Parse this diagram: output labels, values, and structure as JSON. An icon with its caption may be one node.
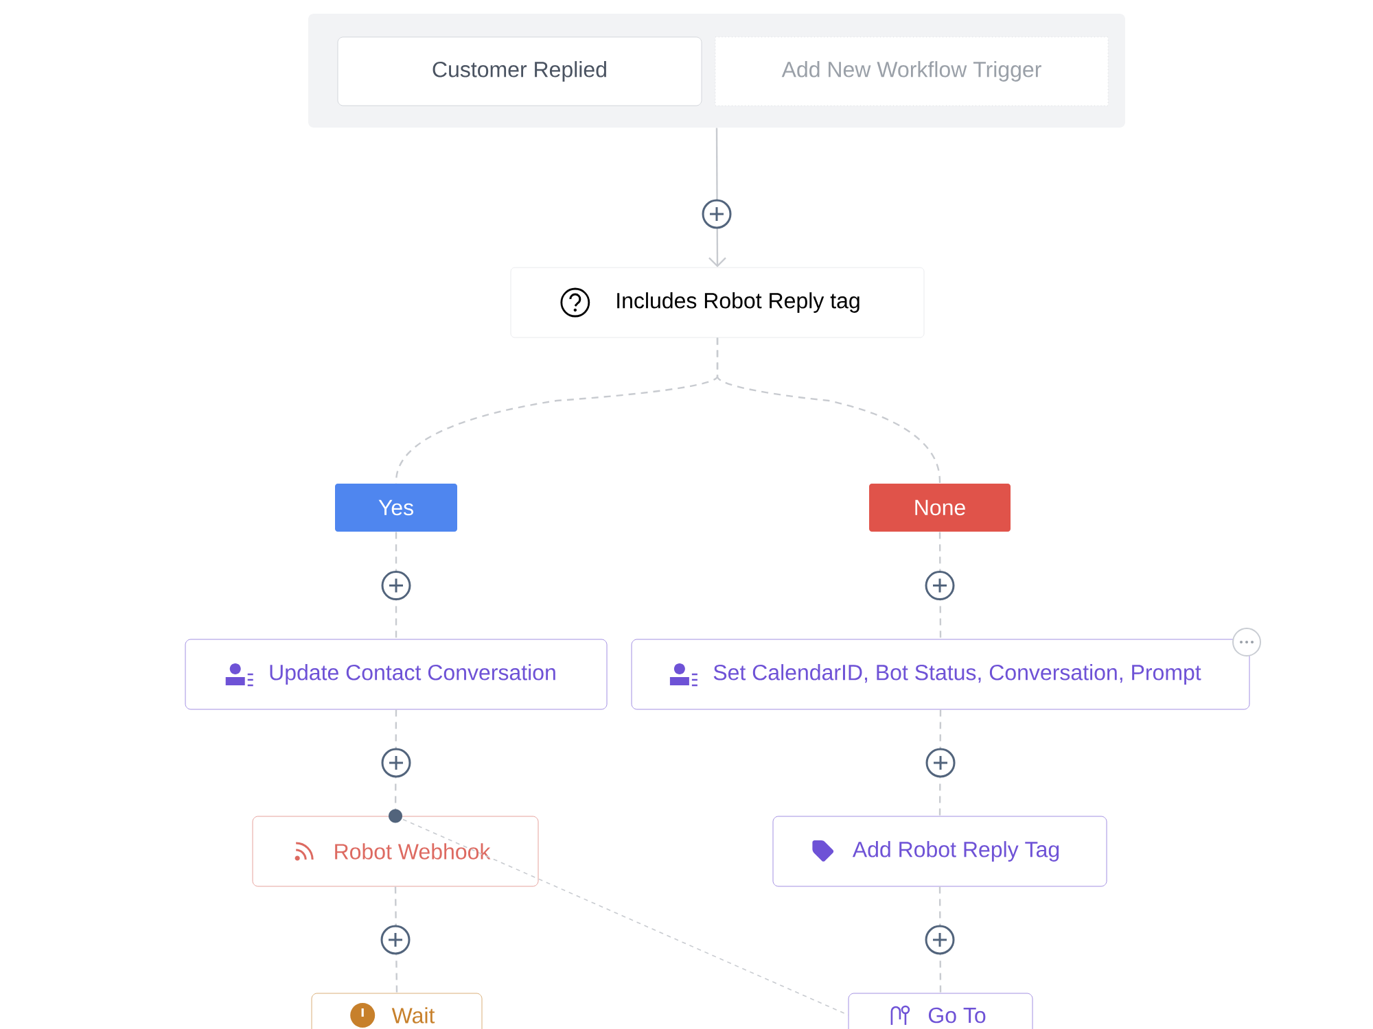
{
  "diagram": {
    "nodes": [
      {
        "text": [],
        "shape": "box"
      },
      {
        "text": [
          "Customer Replied"
        ],
        "in": 0
      },
      {
        "text": [
          "Add New Workflow Trigger"
        ],
        "in": 0
      },
      {
        "text": [
          "Includes Robot Reply tag"
        ]
      },
      {
        "text": [
          "Yes"
        ]
      },
      {
        "text": [
          "None"
        ]
      },
      {
        "text": [
          "Update Contact Conversation"
        ]
      },
      {
        "text": [
          "Set CalendarID, Bot Status, Conversation, Prompt"
        ]
      },
      {
        "text": [
          "Robot Webhook"
        ]
      },
      {
        "text": [
          "Add Robot Reply Tag"
        ]
      },
      {
        "text": [
          "Wait"
        ]
      },
      {
        "text": [
          "Go To"
        ]
      }
    ],
    "edges": [
      {
        "from": 0,
        "to": 3,
        "arrow": "to"
      },
      {
        "from": 3,
        "to": 4,
        "arrow": "none",
        "style": "dashed"
      },
      {
        "from": 3,
        "to": 5,
        "arrow": "none",
        "style": "dashed"
      },
      {
        "from": 4,
        "to": 6,
        "arrow": "none",
        "style": "dashed"
      },
      {
        "from": 5,
        "to": 7,
        "arrow": "none",
        "style": "dashed"
      },
      {
        "from": 6,
        "to": 8,
        "arrow": "none",
        "style": "dashed"
      },
      {
        "from": 7,
        "to": 9,
        "arrow": "none",
        "style": "dashed"
      },
      {
        "from": 8,
        "to": 10,
        "arrow": "none",
        "style": "dashed"
      },
      {
        "from": 9,
        "to": 11,
        "arrow": "none",
        "style": "dashed"
      },
      {
        "from": 8,
        "to": 11,
        "arrow": "none",
        "style": "dashed"
      }
    ]
  }
}
